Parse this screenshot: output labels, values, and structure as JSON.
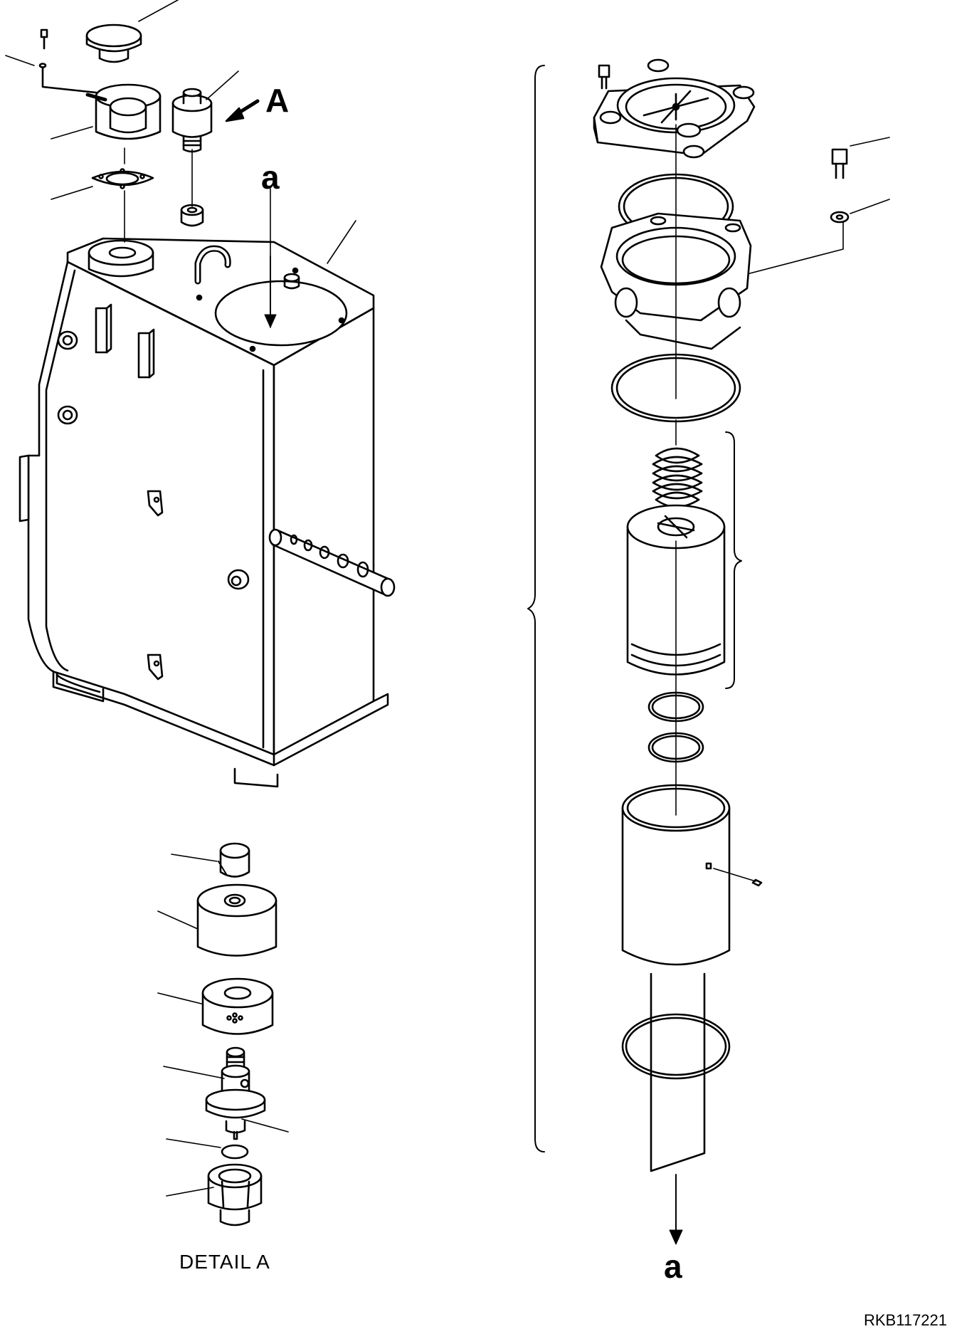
{
  "diagram": {
    "view_label": "A",
    "connection_label_top": "a",
    "connection_label_bottom": "a",
    "detail_caption": "DETAIL A",
    "drawing_code": "RKB117221"
  }
}
